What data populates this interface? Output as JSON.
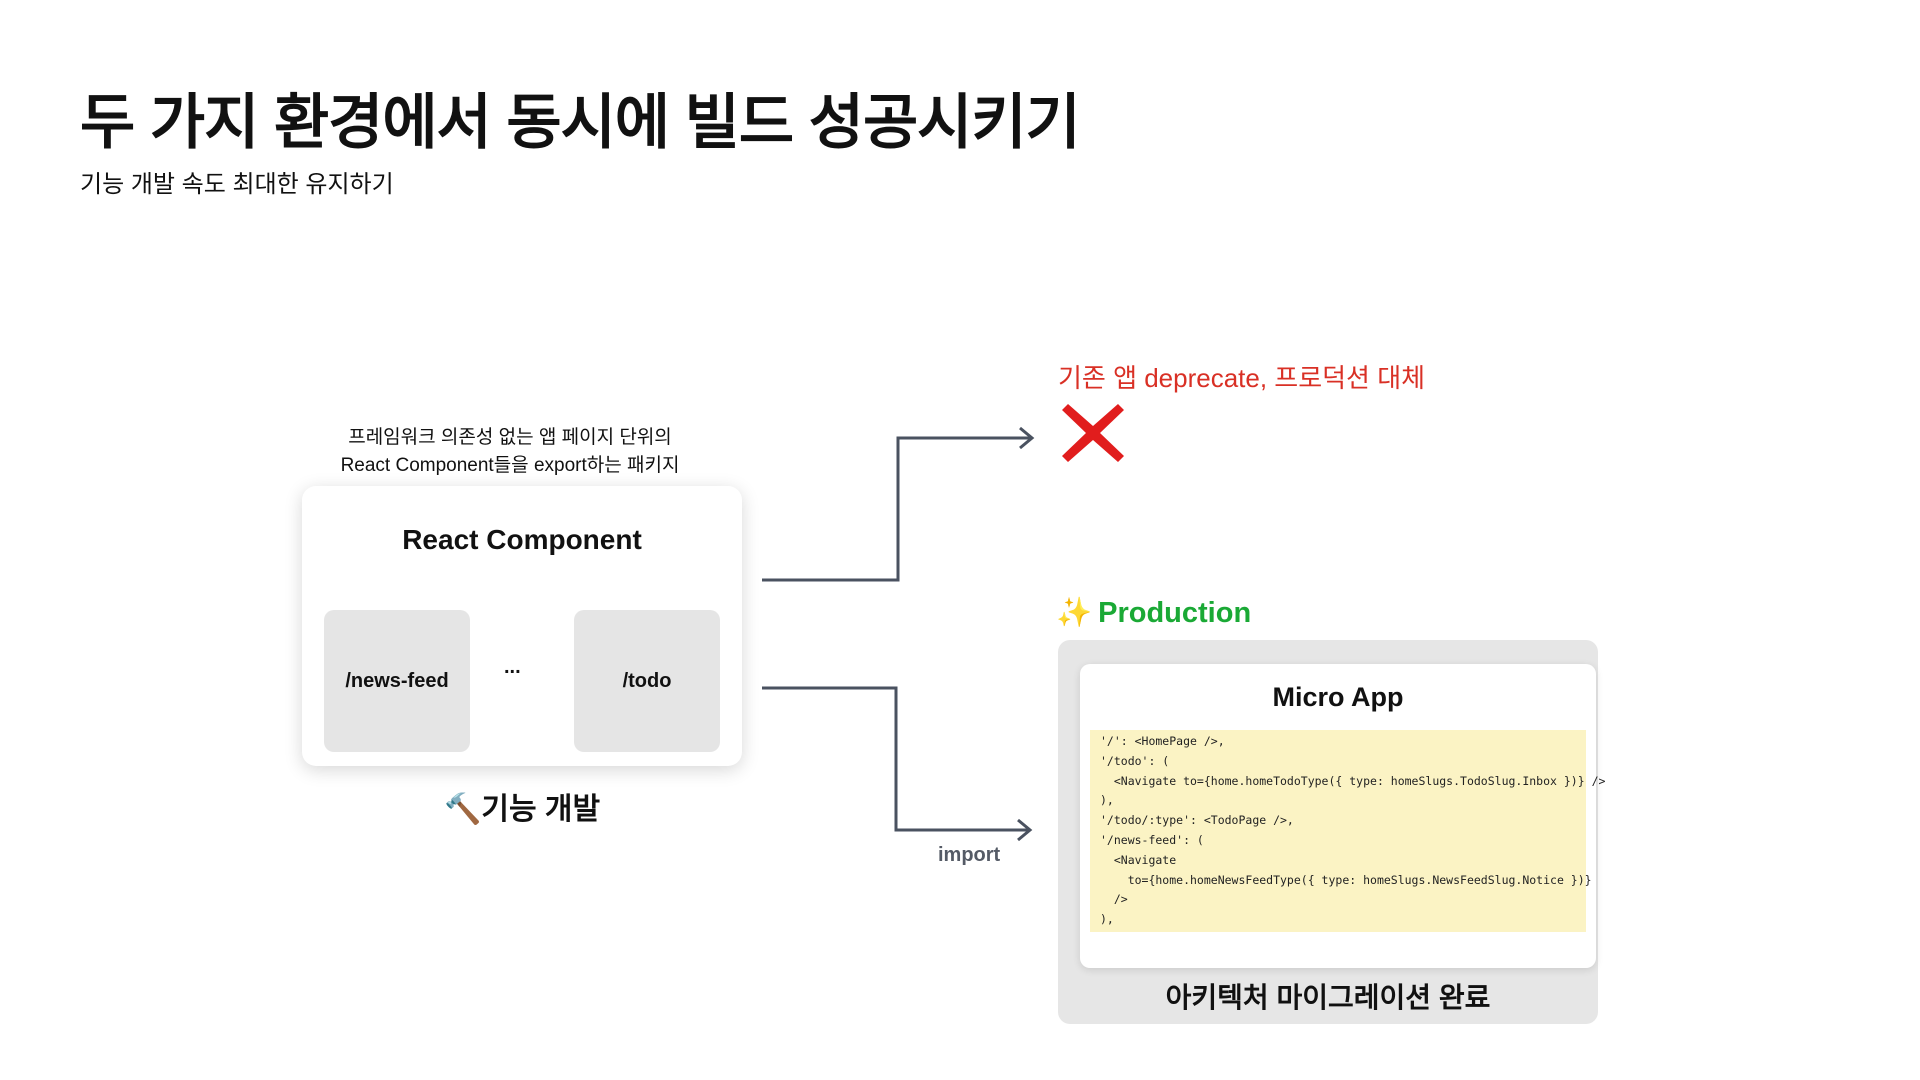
{
  "title": "두 가지 환경에서 동시에 빌드 성공시키기",
  "subtitle": "기능 개발 속도 최대한 유지하기",
  "package_description": [
    "프레임워크 의존성 없는 앱 페이지 단위의",
    "React Component들을 export하는 패키지"
  ],
  "react_card": {
    "title": "React Component",
    "pages": [
      "/news-feed",
      "...",
      "/todo"
    ]
  },
  "feature_label": "🔨기능 개발",
  "deprecate_label": "기존 앱 deprecate, 프로덕션 대체",
  "production": {
    "sparkle": "✨",
    "label": "Production"
  },
  "import_label": "import",
  "micro_app": {
    "title": "Micro App",
    "code_lines": [
      "'/': <HomePage />,",
      "'/todo': (",
      "  <Navigate to={home.homeTodoType({ type: homeSlugs.TodoSlug.Inbox })} />",
      "),",
      "'/todo/:type': <TodoPage />,",
      "'/news-feed': (",
      "  <Navigate",
      "    to={home.homeNewsFeedType({ type: homeSlugs.NewsFeedSlug.Notice })}",
      "  />",
      "),"
    ]
  },
  "migration_label": "아키텍처 마이그레이션 완료",
  "colors": {
    "deprecate": "#d93025",
    "production": "#1aa935",
    "arrow": "#4a5260",
    "code_bg": "#fbf3c4"
  }
}
